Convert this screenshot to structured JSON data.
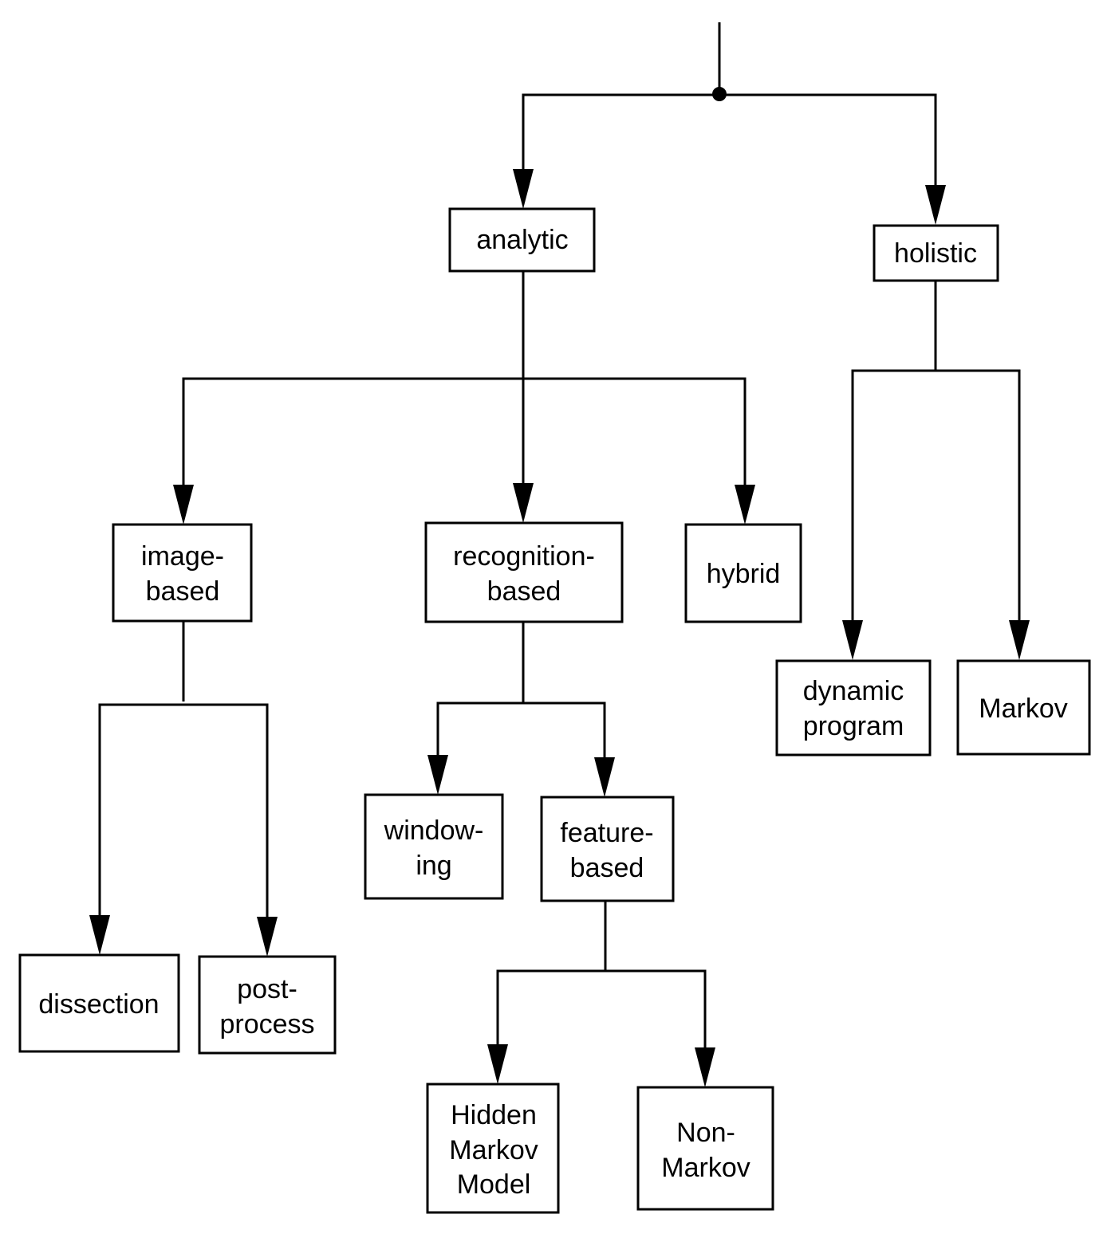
{
  "diagram": {
    "nodes": {
      "analytic": [
        "analytic"
      ],
      "holistic": [
        "holistic"
      ],
      "image_based": [
        "image-",
        "based"
      ],
      "recognition_based": [
        "recognition-",
        "based"
      ],
      "hybrid": [
        "hybrid"
      ],
      "dynamic_program": [
        "dynamic",
        "program"
      ],
      "markov": [
        "Markov"
      ],
      "windowing": [
        "window-",
        "ing"
      ],
      "feature_based": [
        "feature-",
        "based"
      ],
      "dissection": [
        "dissection"
      ],
      "post_process": [
        "post-",
        "process"
      ],
      "hidden_markov_model": [
        "Hidden",
        "Markov",
        "Model"
      ],
      "non_markov": [
        "Non-",
        "Markov"
      ]
    }
  }
}
